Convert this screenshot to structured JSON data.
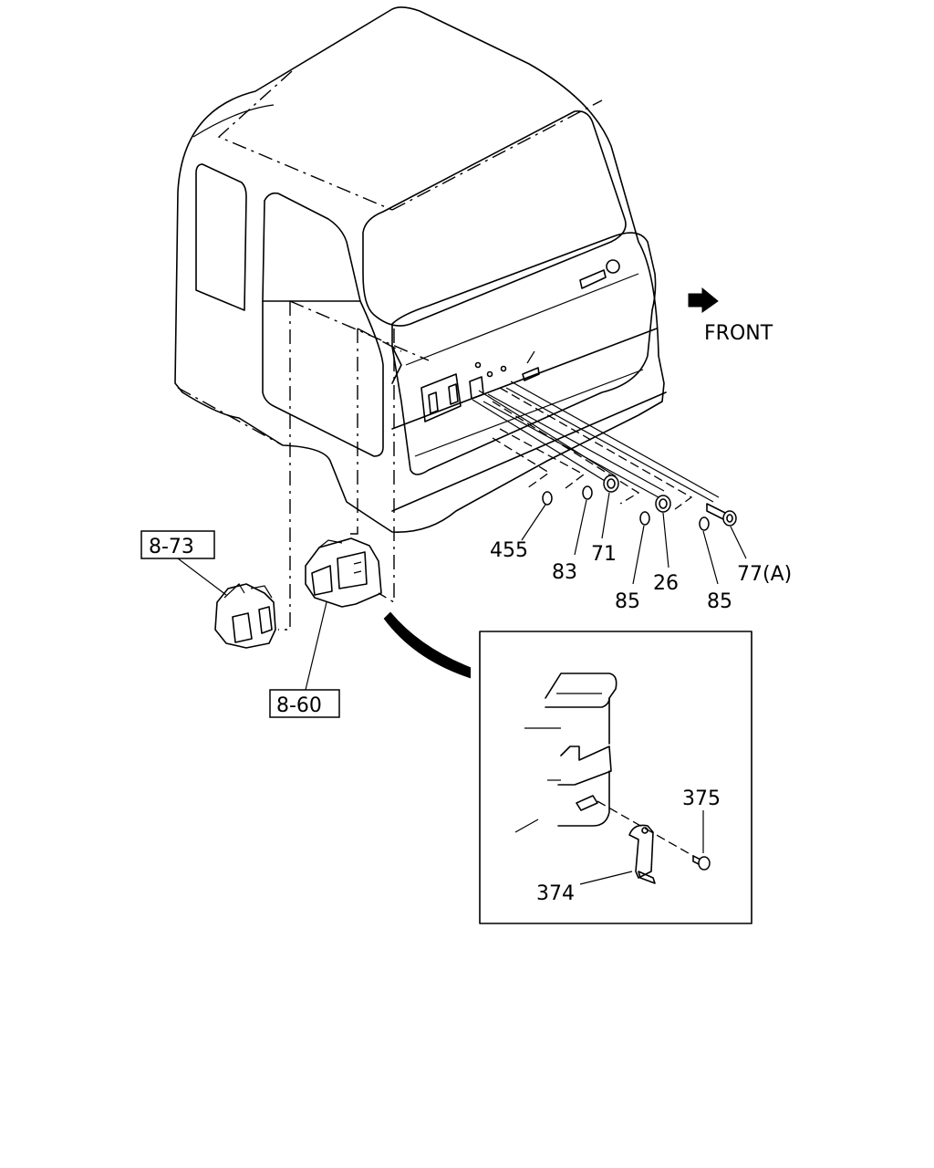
{
  "front_label": "FRONT",
  "refs": {
    "ref_8_73": "8-73",
    "ref_8_60": "8-60"
  },
  "callouts": {
    "c455": "455",
    "c83": "83",
    "c71": "71",
    "c85a": "85",
    "c26": "26",
    "c85b": "85",
    "c77a": "77(A)",
    "c375": "375",
    "c374": "374"
  }
}
